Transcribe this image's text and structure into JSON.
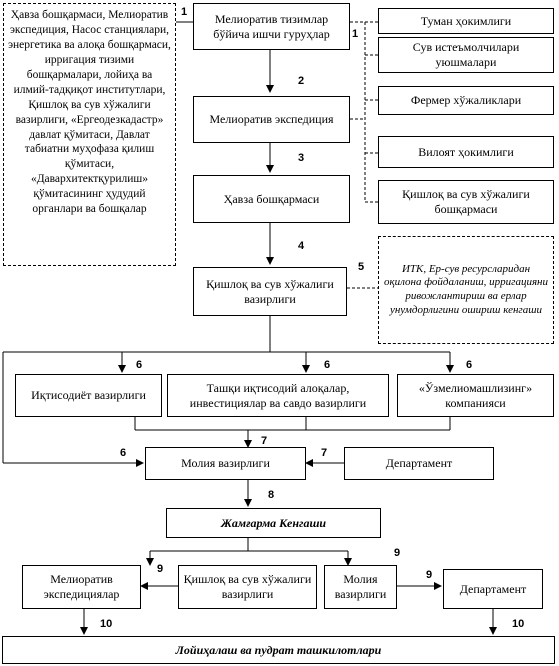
{
  "left_box": {
    "text": "Ҳавза бошқармаси, Мелиоратив экспедиция, Насос станциялари, энергетика ва алоқа бошқармаси, ирригация тизими бошқармалари, лойиҳа ва илмий-тадқиқот институтлари, Қишлоқ ва сув хўжалиги вазирлиги, «Ергеодезкадастр» давлат қўмитаси, Давлат табиатни муҳофаза қилиш қўмитаси, «Давархитектқурилиш» қўмитасининг ҳудудий органлари ва бошқалар"
  },
  "boxes": {
    "meliorativ_tizim": "Мелиоратив тизимлар бўйича ишчи гуруҳлар",
    "meliorativ_ekspeditsiya": "Мелиоратив экспедиция",
    "havza": "Ҳавза бошқармаси",
    "qishloq_vazirligi": "Қишлоқ ва сув хўжалиги вазирлиги",
    "tuman": "Туман ҳокимлиги",
    "suv_istemolchilari": "Сув истеъмолчилари уюшмалари",
    "fermer": "Фермер хўжаликлари",
    "viloyat": "Вилоят ҳокимлиги",
    "qishloq_boshqarmasi": "Қишлоқ ва сув хўжалиги бошқармаси",
    "itk": "ИТК, Ер-сув ресурсларидан оқилона фойдаланиш, ирригацияни ривожлантириш ва ерлар унумдорлигини ошириш кенгаши",
    "iqtisodiyot": "Иқтисодиёт вазирлиги",
    "tashqi": "Ташқи иқтисодий алоқалар, инвестициялар ва савдо вазирлиги",
    "uzmeliomash": "«Ўзмелиомашлизинг» компанияси",
    "moliya": "Молия вазирлиги",
    "departament": "Департамент",
    "jamgarma": "Жамғарма Кенгаши",
    "meliorativ_ekspeditsiyalar": "Мелиоратив экспедициялар",
    "qishloq_vazirligi2": "Қишлоқ ва сув хўжалиги вазирлиги",
    "moliya2": "Молия вазирлиги",
    "departament2": "Департамент",
    "loyihalash": "Лойиҳалаш ва пудрат ташкилотлари"
  },
  "numbers": {
    "n1a": "1",
    "n1b": "1",
    "n2": "2",
    "n3": "3",
    "n4": "4",
    "n5": "5",
    "n6a": "6",
    "n6b": "6",
    "n6c": "6",
    "n6d": "6",
    "n7a": "7",
    "n7b": "7",
    "n8": "8",
    "n9a": "9",
    "n9b": "9",
    "n9c": "9",
    "n10a": "10",
    "n10b": "10"
  }
}
